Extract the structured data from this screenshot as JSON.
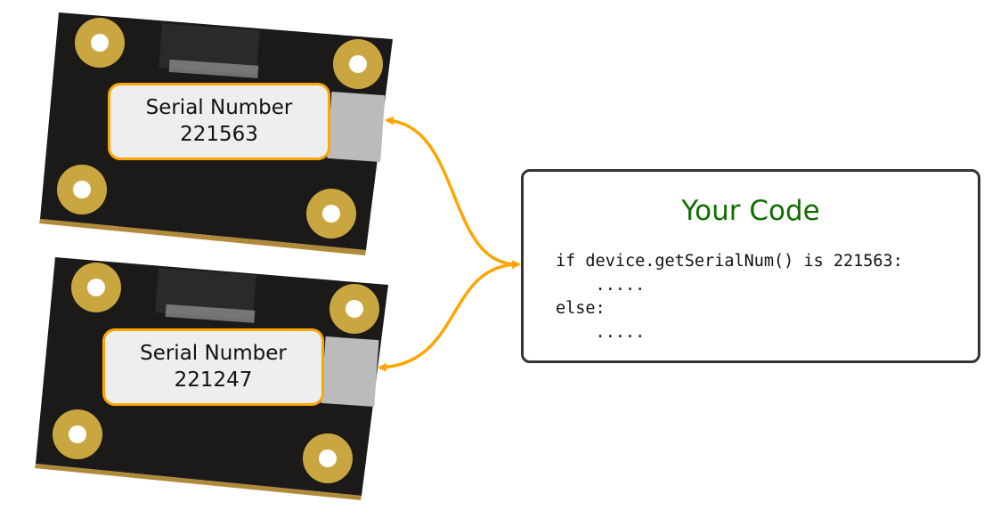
{
  "devices": [
    {
      "label": "Serial Number",
      "serial": "221563"
    },
    {
      "label": "Serial Number",
      "serial": "221247"
    }
  ],
  "code_box": {
    "title": "Your Code",
    "lines": [
      "if device.getSerialNum() is 221563:",
      "    .....",
      "else:",
      "    ....."
    ]
  },
  "colors": {
    "accent": "#ffa500",
    "title": "#0f6e00",
    "board": "#1c1a19",
    "pad": "#c9a640"
  }
}
